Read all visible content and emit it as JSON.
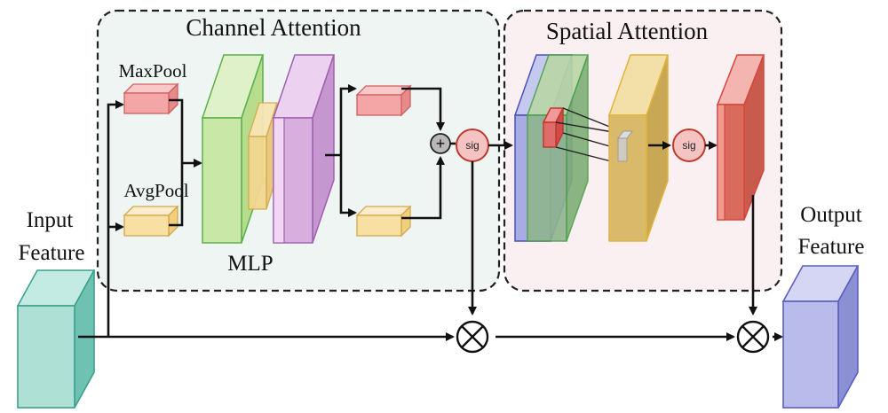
{
  "diagram": {
    "channel_attention_title": "Channel Attention",
    "spatial_attention_title": "Spatial Attention",
    "maxpool_label": "MaxPool",
    "avgpool_label": "AvgPool",
    "mlp_label": "MLP",
    "input_label_line1": "Input",
    "input_label_line2": "Feature",
    "output_label_line1": "Output",
    "output_label_line2": "Feature",
    "sig_label_1": "sig",
    "sig_label_2": "sig",
    "sum_symbol": "+"
  },
  "colors": {
    "channel_panel_fill": "#eef5f3",
    "spatial_panel_fill": "#fbf0f1",
    "input_teal": "#8fd3c6",
    "output_blue": "#a9ace3",
    "pool_red": "#f4a6a6",
    "pool_yellow": "#f8e0a4",
    "mlp_green": "#c9e7a6",
    "mlp_purple": "#d7aede",
    "sig_fill": "#f6c3c3",
    "spatial_out_red": "#d96b5d",
    "spatial_yellow": "#d9b96a"
  }
}
